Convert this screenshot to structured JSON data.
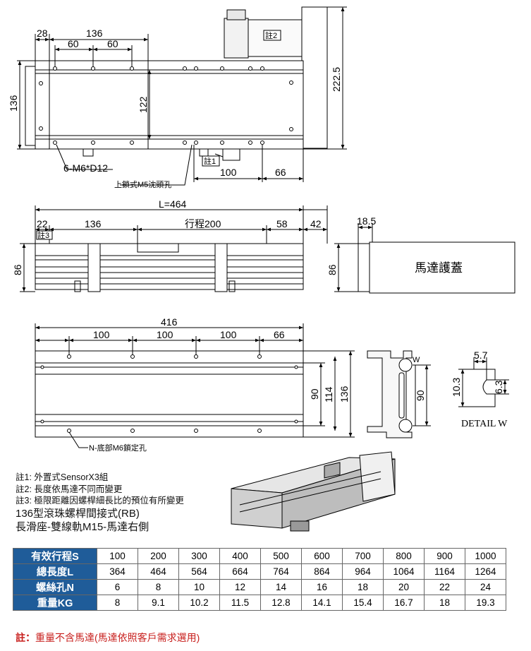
{
  "top_view": {
    "dims": {
      "d28": "28",
      "d136": "136",
      "d60a": "60",
      "d60b": "60",
      "d136v": "136",
      "d122": "122",
      "d222_5": "222.5",
      "d100": "100",
      "d66": "66"
    },
    "callouts": {
      "note2": "註2",
      "note1": "註1",
      "m6": "6-M6*D12",
      "m5": "上鎖式M5沈頭孔"
    }
  },
  "side_view": {
    "dims": {
      "L": "L=464",
      "d22": "22",
      "d136": "136",
      "stroke": "行程200",
      "d58": "58",
      "d42": "42",
      "d86": "86",
      "d18_5": "18.5",
      "d86r": "86"
    },
    "callouts": {
      "note3": "註3",
      "cover": "馬達護蓋"
    }
  },
  "bottom_view": {
    "dims": {
      "d416": "416",
      "d100a": "100",
      "d100b": "100",
      "d100c": "100",
      "d66": "66",
      "d90": "90",
      "d114": "114",
      "d136": "136",
      "d90r": "90"
    },
    "callouts": {
      "n_m6": "N-底部M6鎖定孔",
      "w": "W"
    }
  },
  "detail": {
    "d5_7": "5.7",
    "d10_3": "10.3",
    "d6_3": "6.3",
    "label": "DETAIL W"
  },
  "notes": [
    "註1: 外置式SensorX3組",
    "註2: 長度依馬達不同而變更",
    "註3: 極限距離因螺桿細長比的預位有所變更"
  ],
  "model": {
    "line1": "136型滾珠螺桿間接式(RB)",
    "line2": "長滑座-雙線軌M15-馬達右側"
  },
  "table": {
    "rows": [
      {
        "label": "有效行程S",
        "values": [
          "100",
          "200",
          "300",
          "400",
          "500",
          "600",
          "700",
          "800",
          "900",
          "1000"
        ]
      },
      {
        "label": "總長度L",
        "values": [
          "364",
          "464",
          "564",
          "664",
          "764",
          "864",
          "964",
          "1064",
          "1164",
          "1264"
        ]
      },
      {
        "label": "螺絲孔N",
        "values": [
          "6",
          "8",
          "10",
          "12",
          "14",
          "16",
          "18",
          "20",
          "22",
          "24"
        ]
      },
      {
        "label": "重量KG",
        "values": [
          "8",
          "9.1",
          "10.2",
          "11.5",
          "12.8",
          "14.1",
          "15.4",
          "16.7",
          "18",
          "19.3"
        ]
      }
    ]
  },
  "footnote": {
    "prefix": "註：",
    "text": "重量不含馬達(馬達依照客戶需求選用)"
  }
}
